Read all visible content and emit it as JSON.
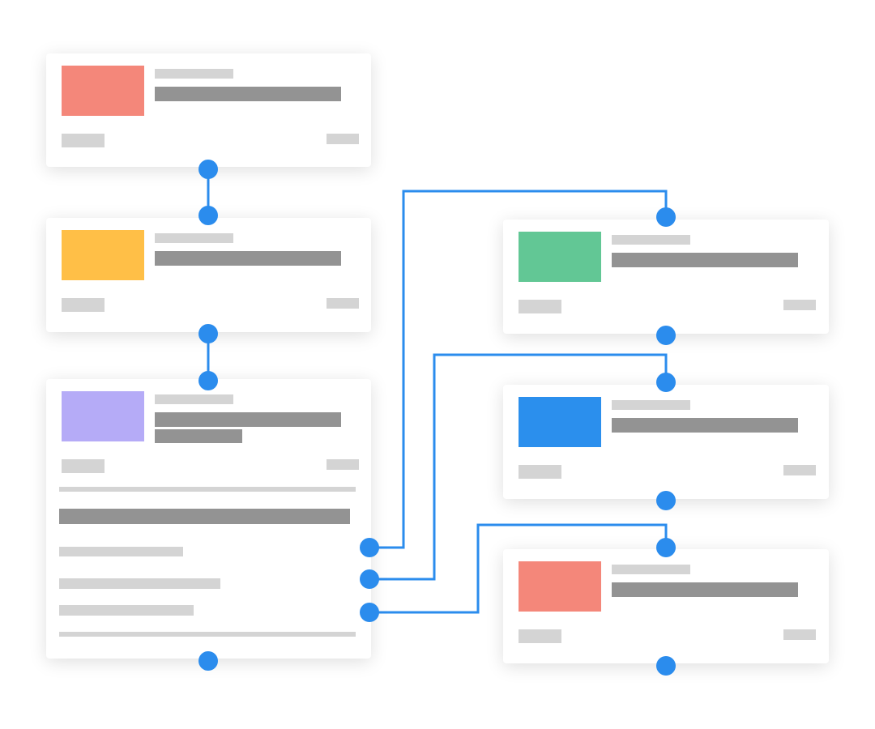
{
  "colors": {
    "connector": "#2b8ced",
    "placeholder_light": "#d4d4d4",
    "placeholder_dark": "#939393",
    "card": "#ffffff"
  },
  "nodes": [
    {
      "id": "card-1",
      "accent": "#f4877a",
      "expanded": false
    },
    {
      "id": "card-2",
      "accent": "#ffbf47",
      "expanded": false
    },
    {
      "id": "card-3",
      "accent": "#b5abf7",
      "expanded": true
    },
    {
      "id": "card-4",
      "accent": "#62c795",
      "expanded": false
    },
    {
      "id": "card-5",
      "accent": "#2b8fed",
      "expanded": false
    },
    {
      "id": "card-6",
      "accent": "#f4877a",
      "expanded": false
    }
  ],
  "edges": [
    {
      "from": "card-1",
      "to": "card-2"
    },
    {
      "from": "card-2",
      "to": "card-3"
    },
    {
      "from": "card-3",
      "to": "card-4"
    },
    {
      "from": "card-3",
      "to": "card-5"
    },
    {
      "from": "card-3",
      "to": "card-6"
    }
  ]
}
